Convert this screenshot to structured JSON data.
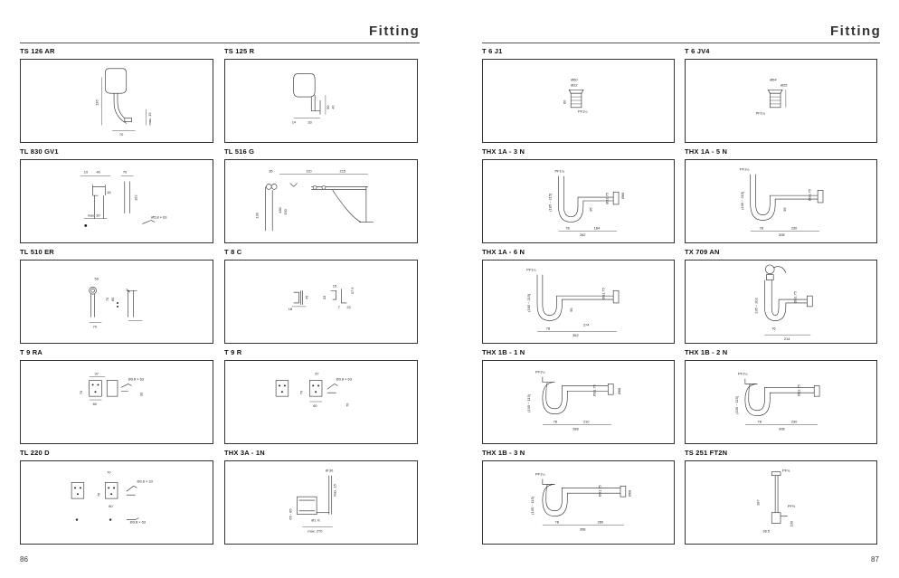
{
  "left_page": {
    "title": "Fitting",
    "page_number": "86"
  },
  "right_page": {
    "title": "Fitting",
    "page_number": "87"
  },
  "left_items": [
    {
      "code": "TS 126 AR"
    },
    {
      "code": "TS 125 R"
    },
    {
      "code": "TL 830 GV1"
    },
    {
      "code": "TL 516 G"
    },
    {
      "code": "TL 510 ER"
    },
    {
      "code": "T 8 C"
    },
    {
      "code": "T 9 RA"
    },
    {
      "code": "T 9 R"
    },
    {
      "code": "TL 220 D"
    },
    {
      "code": "THX 3A - 1N"
    }
  ],
  "right_items": [
    {
      "code": "T 6 J1"
    },
    {
      "code": "T 6 JV4"
    },
    {
      "code": "THX 1A - 3 N"
    },
    {
      "code": "THX 1A - 5 N"
    },
    {
      "code": "THX 1A - 6 N"
    },
    {
      "code": "TX 709 AN"
    },
    {
      "code": "THX 1B - 1 N"
    },
    {
      "code": "THX 1B - 2 N"
    },
    {
      "code": "THX 1B - 3 N"
    },
    {
      "code": "TS 251 FT2N"
    }
  ],
  "drawing_labels": {
    "ts126ar": [
      "135",
      "max. 15",
      "70"
    ],
    "ts125r": [
      "14",
      "33",
      "90",
      "40"
    ],
    "tl830gv1": [
      "10",
      "40",
      "70",
      "15",
      "102",
      "max. 30",
      "Ø5.8 × 63"
    ],
    "tl516g": [
      "35",
      "110",
      "215",
      "180",
      "130",
      "150"
    ],
    "tl510er": [
      "50",
      "70",
      "70",
      "60"
    ],
    "t8c": [
      "45",
      "18",
      "15",
      "33",
      "7",
      "22",
      "37.5"
    ],
    "t9ra": [
      "37",
      "Ø3.8 × 63",
      "70",
      "60",
      "33"
    ],
    "t9r": [
      "37",
      "Ø3.8 × 63",
      "70",
      "60",
      "70"
    ],
    "tl220d": [
      "70",
      "Ø3.8 × 33",
      "70",
      "60",
      "Ø3.8 × 63"
    ],
    "thx3a1n": [
      "Ø 30",
      "max. 15",
      "Ø1 ½",
      "65 - 85",
      "max. 270"
    ],
    "t6j1": [
      "Ø60",
      "Ø22",
      "60",
      "PF1¼"
    ],
    "t6jv4": [
      "Ø64",
      "Ø25",
      "PF1¼"
    ],
    "thx1a3n": [
      "PF1¼",
      "(185 ~ 215)",
      "Ø31.75",
      "Ø68",
      "95",
      "78",
      "184",
      "262"
    ],
    "thx1a5n": [
      "PF1¼",
      "(195 ~ 215)",
      "Ø31.75",
      "95",
      "78",
      "230",
      "308"
    ],
    "thx1a6n": [
      "PF1¼",
      "(185 ~ 215)",
      "Ø31.75",
      "95",
      "78",
      "274",
      "352"
    ],
    "tx709an": [
      "235 ~ 202",
      "Ø31.75",
      "76",
      "214"
    ],
    "thx1b1n": [
      "PF1¼",
      "(105 ~ 115)",
      "Ø31.75",
      "Ø68",
      "78",
      "210",
      "288"
    ],
    "thx1b2n": [
      "PF1¼",
      "(105 ~ 115)",
      "Ø31.75",
      "78",
      "230",
      "308"
    ],
    "thx1b3n": [
      "PF1¼",
      "(105 ~ 115)",
      "Ø31.75",
      "Ø68",
      "78",
      "280",
      "358"
    ],
    "ts251ft2n": [
      "PF¾",
      "287",
      "PF½",
      "36.5",
      "100"
    ]
  }
}
